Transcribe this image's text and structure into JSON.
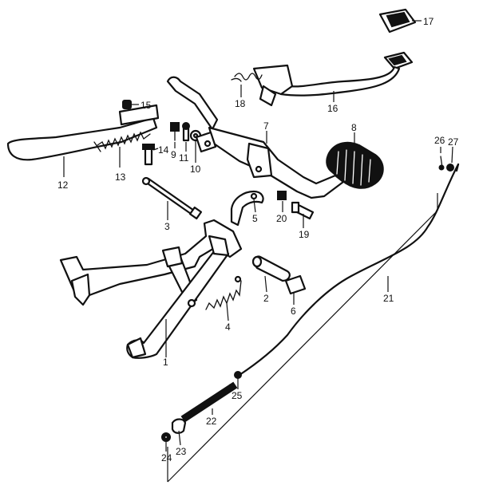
{
  "diagram": {
    "callouts": {
      "p1": "1",
      "p2": "2",
      "p3": "3",
      "p4": "4",
      "p5": "5",
      "p6": "6",
      "p7": "7",
      "p8": "8",
      "p9": "9",
      "p10": "10",
      "p11": "11",
      "p12": "12",
      "p13": "13",
      "p14": "14",
      "p15": "15",
      "p16": "16",
      "p17": "17",
      "p18": "18",
      "p19": "19",
      "p20": "20",
      "p21": "21",
      "p22": "22",
      "p23": "23",
      "p24": "24",
      "p25": "25",
      "p26": "26",
      "p27": "27"
    }
  }
}
